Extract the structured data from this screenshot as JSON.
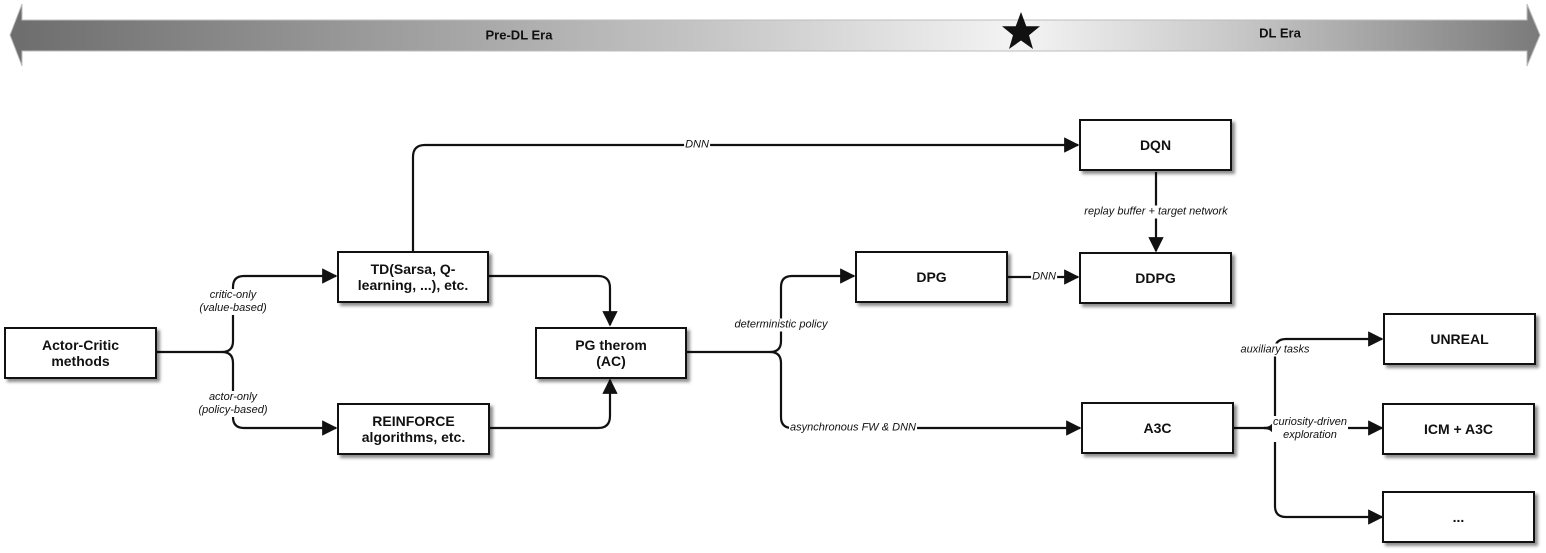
{
  "timeline": {
    "left_label": "Pre-DL Era",
    "right_label": "DL Era",
    "star_icon": "star-icon"
  },
  "nodes": {
    "actor_critic": "Actor-Critic\nmethods",
    "td": "TD(Sarsa, Q-\nlearning, ...), etc.",
    "reinforce": "REINFORCE\nalgorithms, etc.",
    "pg": "PG therom\n(AC)",
    "dpg": "DPG",
    "dqn": "DQN",
    "ddpg": "DDPG",
    "a3c": "A3C",
    "unreal": "UNREAL",
    "icm": "ICM + A3C",
    "more": "..."
  },
  "edge_labels": {
    "critic_only": "critic-only\n(value-based)",
    "actor_only": "actor-only\n(policy-based)",
    "dnn_top": "DNN",
    "replay": "replay buffer + target network",
    "dnn_mid": "DNN",
    "deterministic": "deterministic policy",
    "async": "asynchronous FW & DNN",
    "auxiliary": "auxiliary tasks",
    "curiosity": "curiosity-driven\nexploration"
  }
}
